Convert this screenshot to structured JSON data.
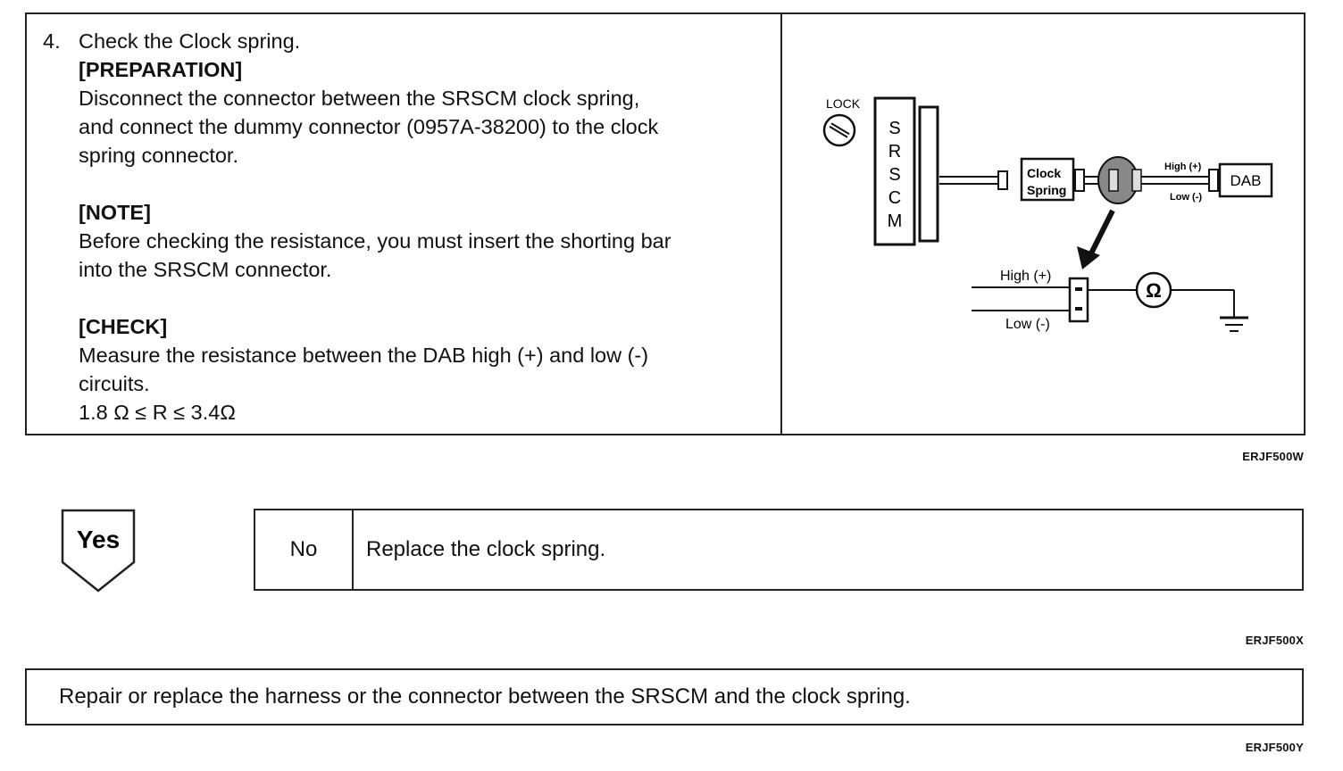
{
  "step": {
    "number": "4.",
    "title": "Check the Clock spring.",
    "preparation_heading": "[PREPARATION]",
    "preparation_lines": [
      "Disconnect the connector between the SRSCM clock spring,",
      "and connect the dummy connector (0957A-38200) to the clock",
      "spring connector."
    ],
    "note_heading": "[NOTE]",
    "note_lines": [
      "Before checking the resistance, you must insert the shorting bar",
      "into the SRSCM connector."
    ],
    "check_heading": "[CHECK]",
    "check_lines": [
      "Measure the resistance between the DAB high (+) and low (-)",
      "circuits."
    ],
    "spec": "1.8 Ω ≤ R ≤ 3.4Ω"
  },
  "diagram": {
    "lock_label": "LOCK",
    "srscm_letters": [
      "S",
      "R",
      "S",
      "C",
      "M"
    ],
    "clock_spring_label_1": "Clock",
    "clock_spring_label_2": "Spring",
    "dab_label": "DAB",
    "high_small": "High (+)",
    "low_small": "Low (-)",
    "high_label": "High (+)",
    "low_label": "Low (-)",
    "ohm_symbol": "Ω"
  },
  "codes": {
    "first": "ERJF500W",
    "second": "ERJF500X",
    "third": "ERJF500Y"
  },
  "branch": {
    "yes_label": "Yes",
    "no_label": "No",
    "no_text": "Replace the clock spring."
  },
  "repair_text": "Repair or replace the harness or the connector between the SRSCM and the clock spring."
}
